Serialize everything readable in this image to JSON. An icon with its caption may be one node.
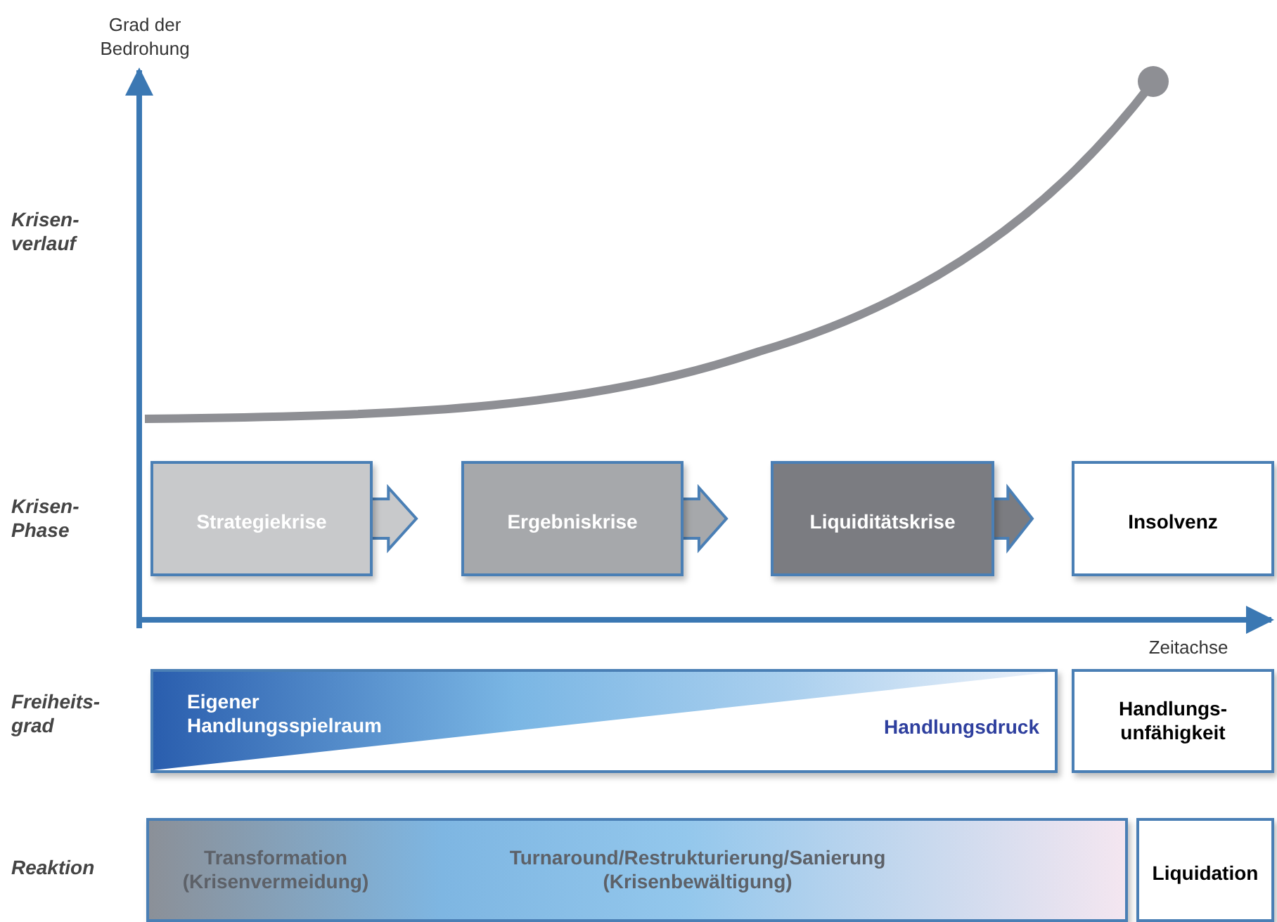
{
  "diagram": {
    "nodes": [
      {
        "text": [
          "Strategiekrise"
        ]
      },
      {
        "text": [
          "Ergebniskrise"
        ]
      },
      {
        "text": [
          "Liquiditätskrise"
        ]
      },
      {
        "text": [
          "Insolvenz"
        ]
      },
      {
        "text": [
          "Eigener Handlungsspielraum",
          "Handlungsdruck"
        ]
      },
      {
        "text": [
          "Handlungs- unfähigkeit"
        ]
      },
      {
        "text": [
          "Transformation (Krisenvermeidung)",
          "Turnaround/Restrukturierung/Sanierung (Krisenbewältigung)"
        ]
      },
      {
        "text": [
          "Liquidation"
        ]
      }
    ],
    "edges": [
      {
        "from": 0,
        "to": 1,
        "arrow": "to"
      },
      {
        "from": 1,
        "to": 2,
        "arrow": "to"
      },
      {
        "from": 2,
        "to": 3,
        "arrow": "to"
      }
    ],
    "labels": [
      "Grad der Bedrohung",
      "Krisen- verlauf",
      "Krisen- Phase",
      "Zeitachse",
      "Freiheits- grad",
      "Reaktion"
    ]
  }
}
